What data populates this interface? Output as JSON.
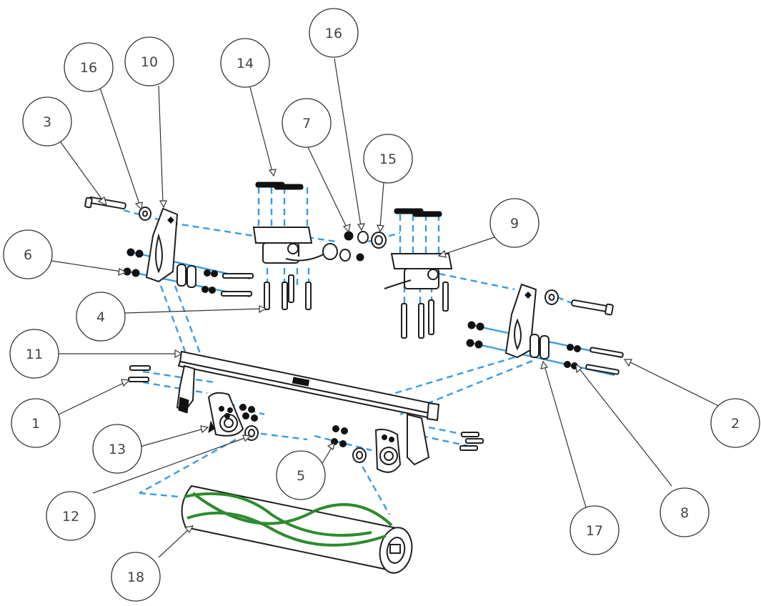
{
  "colors": {
    "guide_line": "#3a9be0",
    "reel_blade": "#2e8b2e",
    "outline": "#1e1e1e",
    "callout_text": "#444444"
  },
  "callouts": [
    {
      "id": "c16a",
      "label": "16"
    },
    {
      "id": "c10",
      "label": "10"
    },
    {
      "id": "c3",
      "label": "3"
    },
    {
      "id": "c14",
      "label": "14"
    },
    {
      "id": "c16b",
      "label": "16"
    },
    {
      "id": "c7",
      "label": "7"
    },
    {
      "id": "c15",
      "label": "15"
    },
    {
      "id": "c9",
      "label": "9"
    },
    {
      "id": "c6",
      "label": "6"
    },
    {
      "id": "c4",
      "label": "4"
    },
    {
      "id": "c11",
      "label": "11"
    },
    {
      "id": "c1",
      "label": "1"
    },
    {
      "id": "c13",
      "label": "13"
    },
    {
      "id": "c5",
      "label": "5"
    },
    {
      "id": "c12",
      "label": "12"
    },
    {
      "id": "c18",
      "label": "18"
    },
    {
      "id": "c17",
      "label": "17"
    },
    {
      "id": "c8",
      "label": "8"
    },
    {
      "id": "c2",
      "label": "2"
    }
  ]
}
